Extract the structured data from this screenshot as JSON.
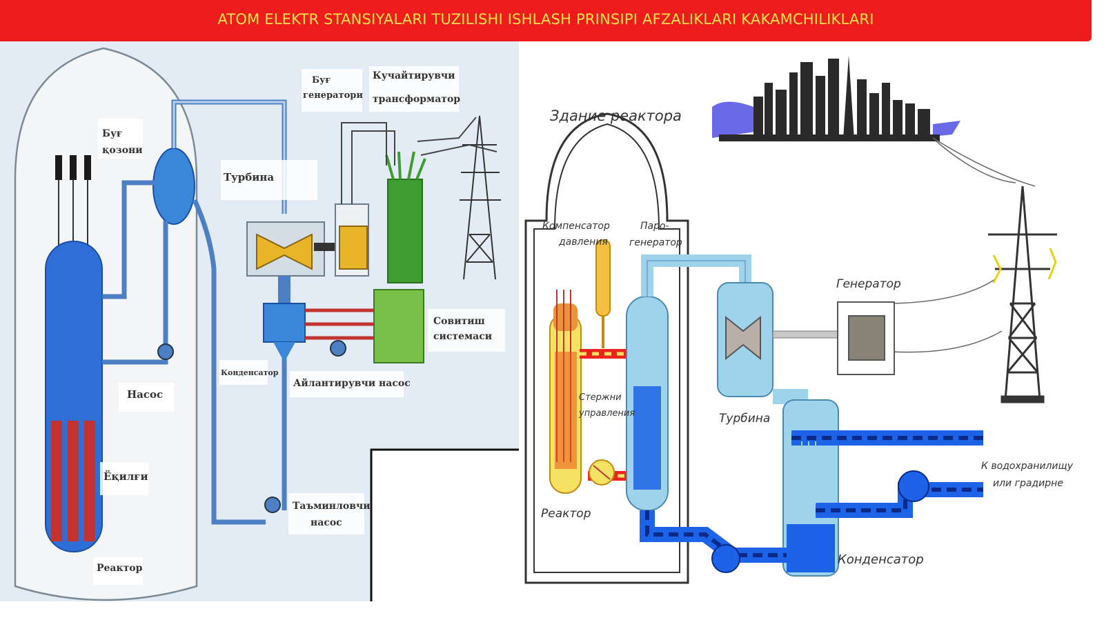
{
  "title": "ATOM ELEKTR STANSIYALARI  TUZILISHI ISHLASH PRINSIPI AFZALIKLARI KAKAMCHILIKLARI",
  "left_diagram": {
    "labels": {
      "bug_kozoni_1": "Буғ",
      "bug_kozoni_2": "қозони",
      "bug_generatori_1": "Буғ",
      "bug_generatori_2": "генератори",
      "transformer_1": "Кучайтирувчи",
      "transformer_2": "трансформатор",
      "turbina": "Турбина",
      "sovutish_1": "Совитиш",
      "sovutish_2": "системаси",
      "kondensator": "Конденсатор",
      "aylantiruvchi_nasos": "Айлантирувчи насос",
      "nasos": "Насос",
      "yoqilgi": "Ёқилғи",
      "taminlovchi_1": "Таъминловчи",
      "taminlovchi_2": "насос",
      "reaktor": "Реактор"
    },
    "colors": {
      "pipe": "#4d7fc4",
      "vessel": "#2f6ed6",
      "fuel": "#c2342f",
      "cooling": "#3d9e2f",
      "turbine": "#e8b428"
    }
  },
  "right_diagram": {
    "labels": {
      "zdanie_reaktora": "Здание реактора",
      "kompensator_1": "Компенсатор",
      "kompensator_2": "давления",
      "parogenerator_1": "Паро-",
      "parogenerator_2": "генератор",
      "generator": "Генератор",
      "sterzhni_1": "Стержни",
      "sterzhni_2": "управления",
      "turbina": "Турбина",
      "reaktor": "Реактор",
      "vodohranilishe_1": "К водохранилищу",
      "vodohranilishe_2": "или градирне",
      "kondensator": "Конденсатор"
    },
    "colors": {
      "hot": "#e8241c",
      "cold": "#1c63e8",
      "water": "#9fd3ec",
      "tower": "#333333"
    }
  }
}
